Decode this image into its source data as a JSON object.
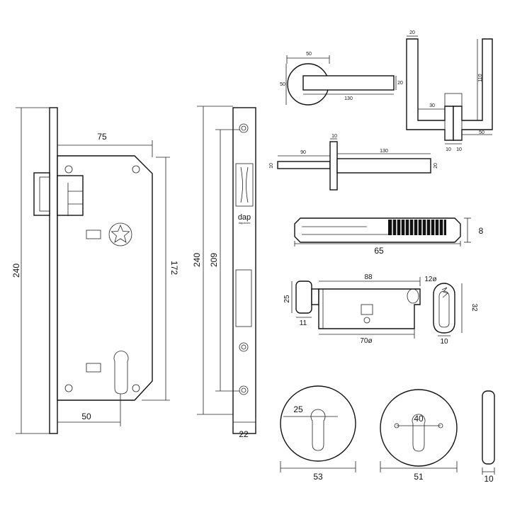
{
  "drawing": {
    "lock_body": {
      "height": "240",
      "width": "75",
      "follower_to_cyl": "172",
      "backset": "50"
    },
    "faceplate": {
      "height": "240",
      "screw_span": "209",
      "width": "22",
      "logo_brand": "dap",
      "logo_sub": "dapdoors"
    },
    "rose_handle": {
      "rose_dia": "50",
      "rose_height": "50",
      "lever_len": "130",
      "lever_h": "20"
    },
    "side_handle": {
      "top_w": "20",
      "height": "110",
      "neck": "30",
      "reach": "50",
      "w_left": "10",
      "w_right": "10"
    },
    "spindle": {
      "plate_w": "10",
      "left": "90",
      "right": "130",
      "left_h": "10",
      "right_h": "20"
    },
    "key_bar": {
      "length": "65",
      "height": "8"
    },
    "cylinder": {
      "length": "88",
      "knob_h": "25",
      "knob_w": "11",
      "body": "70ø",
      "dia": "12ø",
      "height": "32",
      "width": "10"
    },
    "escutcheons": {
      "round_r": "25",
      "round_d": "53",
      "keyhole_r": "40",
      "keyhole_d": "51",
      "thickness": "10"
    }
  }
}
